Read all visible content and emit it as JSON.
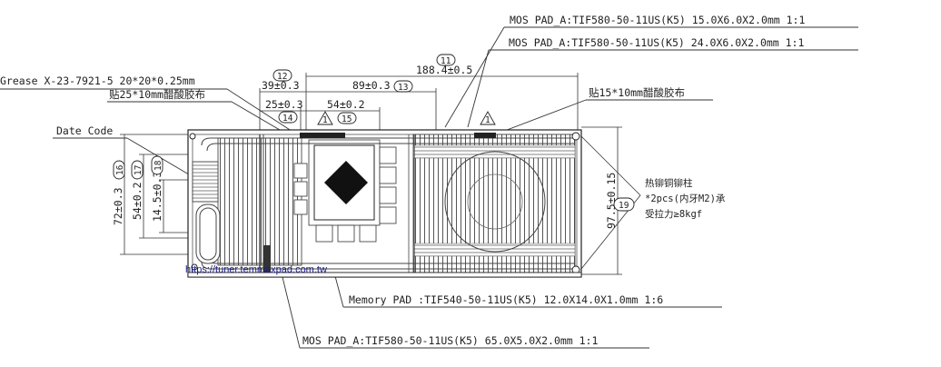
{
  "drawing": {
    "callouts": {
      "mos_pad_15": "MOS PAD_A:TIF580-50-11US(K5) 15.0X6.0X2.0mm 1:1",
      "mos_pad_24": "MOS PAD_A:TIF580-50-11US(K5) 24.0X6.0X2.0mm 1:1",
      "grease": "Grease X-23-7921-5 20*20*0.25mm",
      "acetate_tape_25x10": "贴25*10mm醋酸胶布",
      "acetate_tape_15x10": "贴15*10mm醋酸胶布",
      "date_code": "Date Code",
      "memory_pad": "Memory PAD :TIF540-50-11US(K5) 12.0X14.0X1.0mm 1:6",
      "mos_pad_65": "MOS PAD_A:TIF580-50-11US(K5) 65.0X5.0X2.0mm 1:1",
      "rivet_line1": "热铆铜铆柱",
      "rivet_line2": "*2pcs(内牙M2)承",
      "rivet_line3": "受拉力≥8kgf",
      "url": "https://tuner.temmaxpad.com.tw"
    },
    "dimensions": {
      "overall_length": "188.4±0.5",
      "d39": "39±0.3",
      "d89": "89±0.3",
      "d25": "25±0.3",
      "d54_top": "54±0.2",
      "d72": "72±0.3",
      "d54_side": "54±0.2",
      "d14_5": "14.5±0.3",
      "d97_5": "97.5±0.15"
    },
    "balloons": {
      "b11": "11",
      "b12": "12",
      "b13": "13",
      "b14": "14",
      "b15": "15",
      "b16": "16",
      "b17": "17",
      "b18": "18",
      "b19": "19"
    },
    "warning_symbol": "1"
  }
}
